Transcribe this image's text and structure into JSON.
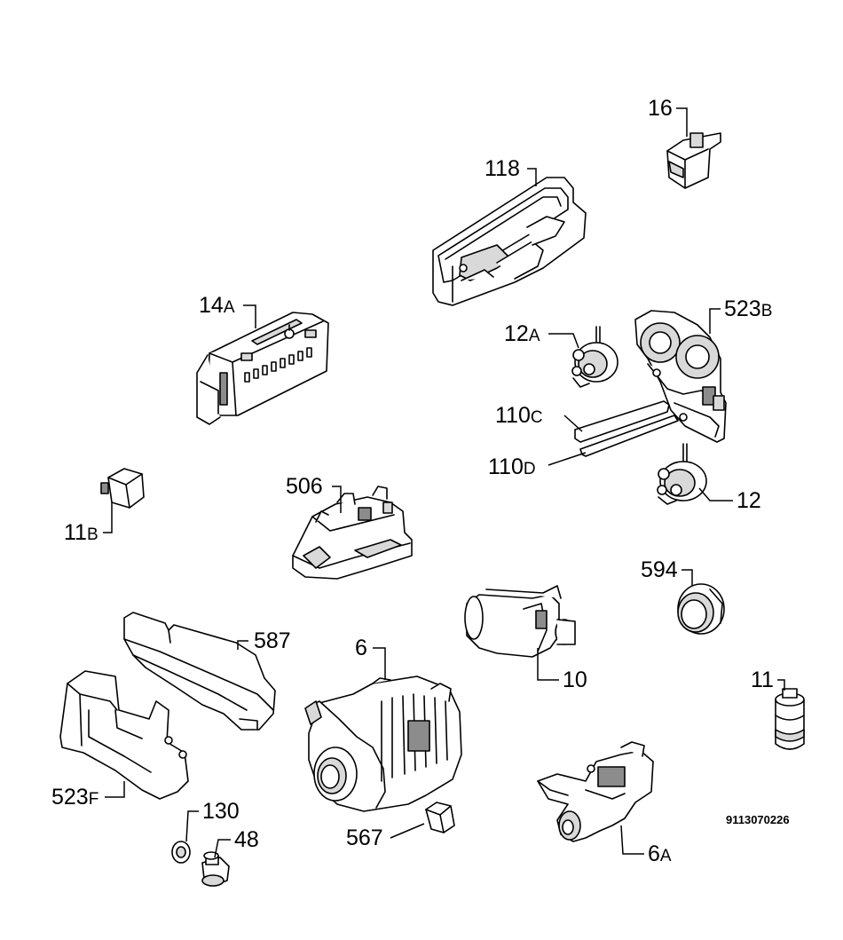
{
  "document_number": "9113070226",
  "callouts": [
    {
      "id": "16",
      "num": "16",
      "suffix": ""
    },
    {
      "id": "118",
      "num": "118",
      "suffix": ""
    },
    {
      "id": "14a",
      "num": "14",
      "suffix": "A"
    },
    {
      "id": "523b",
      "num": "523",
      "suffix": "B"
    },
    {
      "id": "12a",
      "num": "12",
      "suffix": "A"
    },
    {
      "id": "110c",
      "num": "110",
      "suffix": "C"
    },
    {
      "id": "110d",
      "num": "110",
      "suffix": "D"
    },
    {
      "id": "12",
      "num": "12",
      "suffix": ""
    },
    {
      "id": "506",
      "num": "506",
      "suffix": ""
    },
    {
      "id": "11b",
      "num": "11",
      "suffix": "B"
    },
    {
      "id": "594",
      "num": "594",
      "suffix": ""
    },
    {
      "id": "587",
      "num": "587",
      "suffix": ""
    },
    {
      "id": "6",
      "num": "6",
      "suffix": ""
    },
    {
      "id": "10",
      "num": "10",
      "suffix": ""
    },
    {
      "id": "11",
      "num": "11",
      "suffix": ""
    },
    {
      "id": "523f",
      "num": "523",
      "suffix": "F"
    },
    {
      "id": "130",
      "num": "130",
      "suffix": ""
    },
    {
      "id": "48",
      "num": "48",
      "suffix": ""
    },
    {
      "id": "567",
      "num": "567",
      "suffix": ""
    },
    {
      "id": "6a",
      "num": "6",
      "suffix": "A"
    }
  ]
}
